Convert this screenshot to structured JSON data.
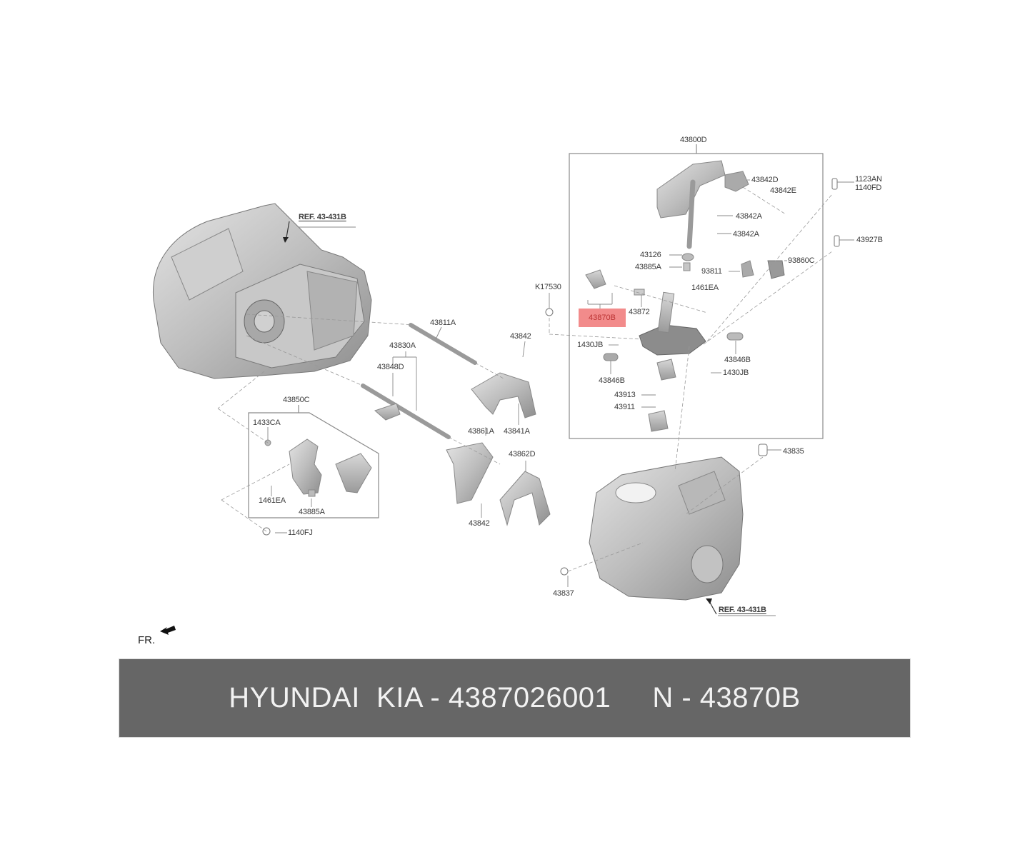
{
  "diagram": {
    "title_bar": {
      "brand": "HYUNDAI  KIA",
      "part_number": "4387026001",
      "reference": "43870B",
      "text": "HYUNDAI  KIA - 4387026001     N - 43870B"
    },
    "orientation": {
      "label": "FR.",
      "icon": "front-arrow-icon"
    },
    "highlight": {
      "label": "43870B",
      "color": "#f28b8b"
    },
    "references": [
      {
        "label": "REF. 43-431B",
        "target": "transmission-case-left"
      },
      {
        "label": "REF. 43-431B",
        "target": "transmission-case-right"
      }
    ],
    "groups": [
      {
        "label": "43800D",
        "members": [
          "43842D",
          "43842E",
          "43842A",
          "43842A",
          "43126",
          "43885A",
          "93811",
          "93860C",
          "1461EA",
          "43870B",
          "43872",
          "1430JB",
          "43846B",
          "43846B",
          "1430JB",
          "43913",
          "43911"
        ]
      },
      {
        "label": "43850C",
        "members": [
          "1433CA",
          "1461EA",
          "43885A"
        ]
      },
      {
        "label": "43830A",
        "members": [
          "43848D"
        ]
      }
    ],
    "callouts": {
      "c43800D": "43800D",
      "c43842D": "43842D",
      "c43842E": "43842E",
      "c43842A_1": "43842A",
      "c43842A_2": "43842A",
      "c43126": "43126",
      "c43885A_top": "43885A",
      "c93811": "93811",
      "c93860C": "93860C",
      "c1461EA_top": "1461EA",
      "cK17530": "K17530",
      "c43872": "43872",
      "c1430JB_1": "1430JB",
      "c1430JB_2": "1430JB",
      "c43846B_1": "43846B",
      "c43846B_2": "43846B",
      "c43913": "43913",
      "c43911": "43911",
      "c1123AN": "1123AN",
      "c1140FD": "1140FD",
      "c43927B": "43927B",
      "c43835": "43835",
      "c43837": "43837",
      "c43811A": "43811A",
      "c43842_top": "43842",
      "c43830A": "43830A",
      "c43848D": "43848D",
      "c43861A": "43861A",
      "c43841A": "43841A",
      "c43862D": "43862D",
      "c43842_bot": "43842",
      "c43850C": "43850C",
      "c1433CA": "1433CA",
      "c1461EA_bot": "1461EA",
      "c43885A_bot": "43885A",
      "c1140FJ": "1140FJ",
      "ref_left": "REF. 43-431B",
      "ref_right": "REF. 43-431B"
    }
  }
}
